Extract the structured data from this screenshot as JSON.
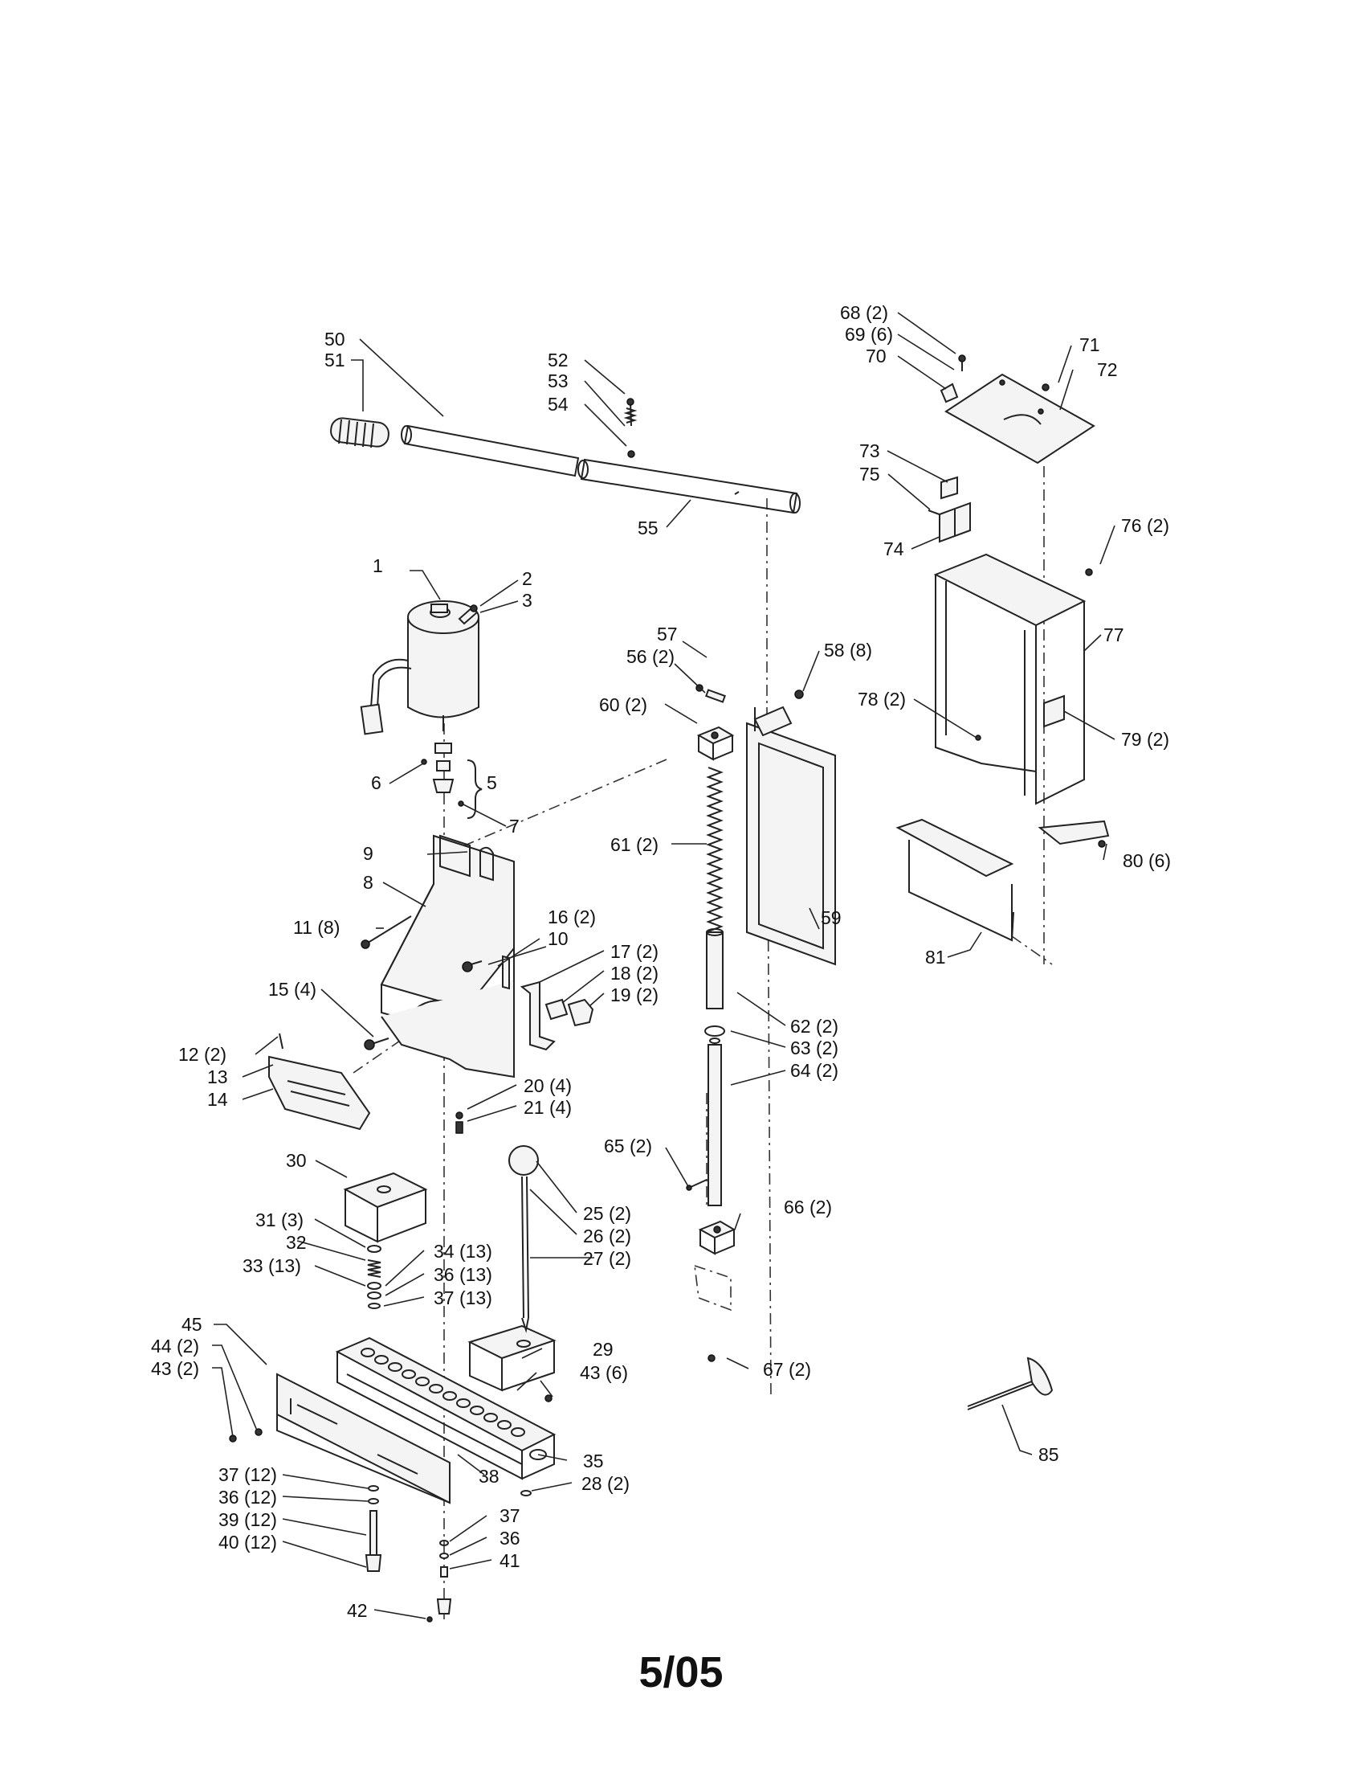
{
  "diagram": {
    "callouts": [
      {
        "id": "c1",
        "text": "1"
      },
      {
        "id": "c2",
        "text": "2"
      },
      {
        "id": "c3",
        "text": "3"
      },
      {
        "id": "c5",
        "text": "5"
      },
      {
        "id": "c6",
        "text": "6"
      },
      {
        "id": "c7",
        "text": "7"
      },
      {
        "id": "c8",
        "text": "8"
      },
      {
        "id": "c9",
        "text": "9"
      },
      {
        "id": "c10",
        "text": "10"
      },
      {
        "id": "c11",
        "text": "11 (8)"
      },
      {
        "id": "c12",
        "text": "12 (2)"
      },
      {
        "id": "c13",
        "text": "13"
      },
      {
        "id": "c14",
        "text": "14"
      },
      {
        "id": "c15",
        "text": "15 (4)"
      },
      {
        "id": "c16",
        "text": "16 (2)"
      },
      {
        "id": "c17",
        "text": "17 (2)"
      },
      {
        "id": "c18",
        "text": "18 (2)"
      },
      {
        "id": "c19",
        "text": "19 (2)"
      },
      {
        "id": "c20",
        "text": "20 (4)"
      },
      {
        "id": "c21",
        "text": "21 (4)"
      },
      {
        "id": "c25",
        "text": "25 (2)"
      },
      {
        "id": "c26",
        "text": "26 (2)"
      },
      {
        "id": "c27",
        "text": "27 (2)"
      },
      {
        "id": "c28",
        "text": "28 (2)"
      },
      {
        "id": "c29",
        "text": "29"
      },
      {
        "id": "c30",
        "text": "30"
      },
      {
        "id": "c31",
        "text": "31 (3)"
      },
      {
        "id": "c32",
        "text": "32"
      },
      {
        "id": "c33",
        "text": "33 (13)"
      },
      {
        "id": "c34",
        "text": "34 (13)"
      },
      {
        "id": "c35",
        "text": "35"
      },
      {
        "id": "c36a",
        "text": "36 (13)"
      },
      {
        "id": "c36b",
        "text": "36 (12)"
      },
      {
        "id": "c36c",
        "text": "36"
      },
      {
        "id": "c37a",
        "text": "37 (13)"
      },
      {
        "id": "c37b",
        "text": "37 (12)"
      },
      {
        "id": "c37c",
        "text": "37"
      },
      {
        "id": "c38",
        "text": "38"
      },
      {
        "id": "c39",
        "text": "39 (12)"
      },
      {
        "id": "c40",
        "text": "40 (12)"
      },
      {
        "id": "c41",
        "text": "41"
      },
      {
        "id": "c42",
        "text": "42"
      },
      {
        "id": "c43a",
        "text": "43 (2)"
      },
      {
        "id": "c43b",
        "text": "43 (6)"
      },
      {
        "id": "c44",
        "text": "44 (2)"
      },
      {
        "id": "c45",
        "text": "45"
      },
      {
        "id": "c50",
        "text": "50"
      },
      {
        "id": "c51",
        "text": "51"
      },
      {
        "id": "c52",
        "text": "52"
      },
      {
        "id": "c53",
        "text": "53"
      },
      {
        "id": "c54",
        "text": "54"
      },
      {
        "id": "c55",
        "text": "55"
      },
      {
        "id": "c56",
        "text": "56 (2)"
      },
      {
        "id": "c57",
        "text": "57"
      },
      {
        "id": "c58",
        "text": "58 (8)"
      },
      {
        "id": "c59",
        "text": "59"
      },
      {
        "id": "c60",
        "text": "60 (2)"
      },
      {
        "id": "c61",
        "text": "61 (2)"
      },
      {
        "id": "c62",
        "text": "62 (2)"
      },
      {
        "id": "c63",
        "text": "63 (2)"
      },
      {
        "id": "c64",
        "text": "64 (2)"
      },
      {
        "id": "c65",
        "text": "65 (2)"
      },
      {
        "id": "c66",
        "text": "66 (2)"
      },
      {
        "id": "c67",
        "text": "67 (2)"
      },
      {
        "id": "c68",
        "text": "68 (2)"
      },
      {
        "id": "c69",
        "text": "69 (6)"
      },
      {
        "id": "c70",
        "text": "70"
      },
      {
        "id": "c71",
        "text": "71"
      },
      {
        "id": "c72",
        "text": "72"
      },
      {
        "id": "c73",
        "text": "73"
      },
      {
        "id": "c74",
        "text": "74"
      },
      {
        "id": "c75",
        "text": "75"
      },
      {
        "id": "c76",
        "text": "76 (2)"
      },
      {
        "id": "c77",
        "text": "77"
      },
      {
        "id": "c78",
        "text": "78 (2)"
      },
      {
        "id": "c79",
        "text": "79 (2)"
      },
      {
        "id": "c80",
        "text": "80 (6)"
      },
      {
        "id": "c81",
        "text": "81"
      },
      {
        "id": "c85",
        "text": "85"
      }
    ]
  },
  "footer": {
    "date": "5/05"
  }
}
